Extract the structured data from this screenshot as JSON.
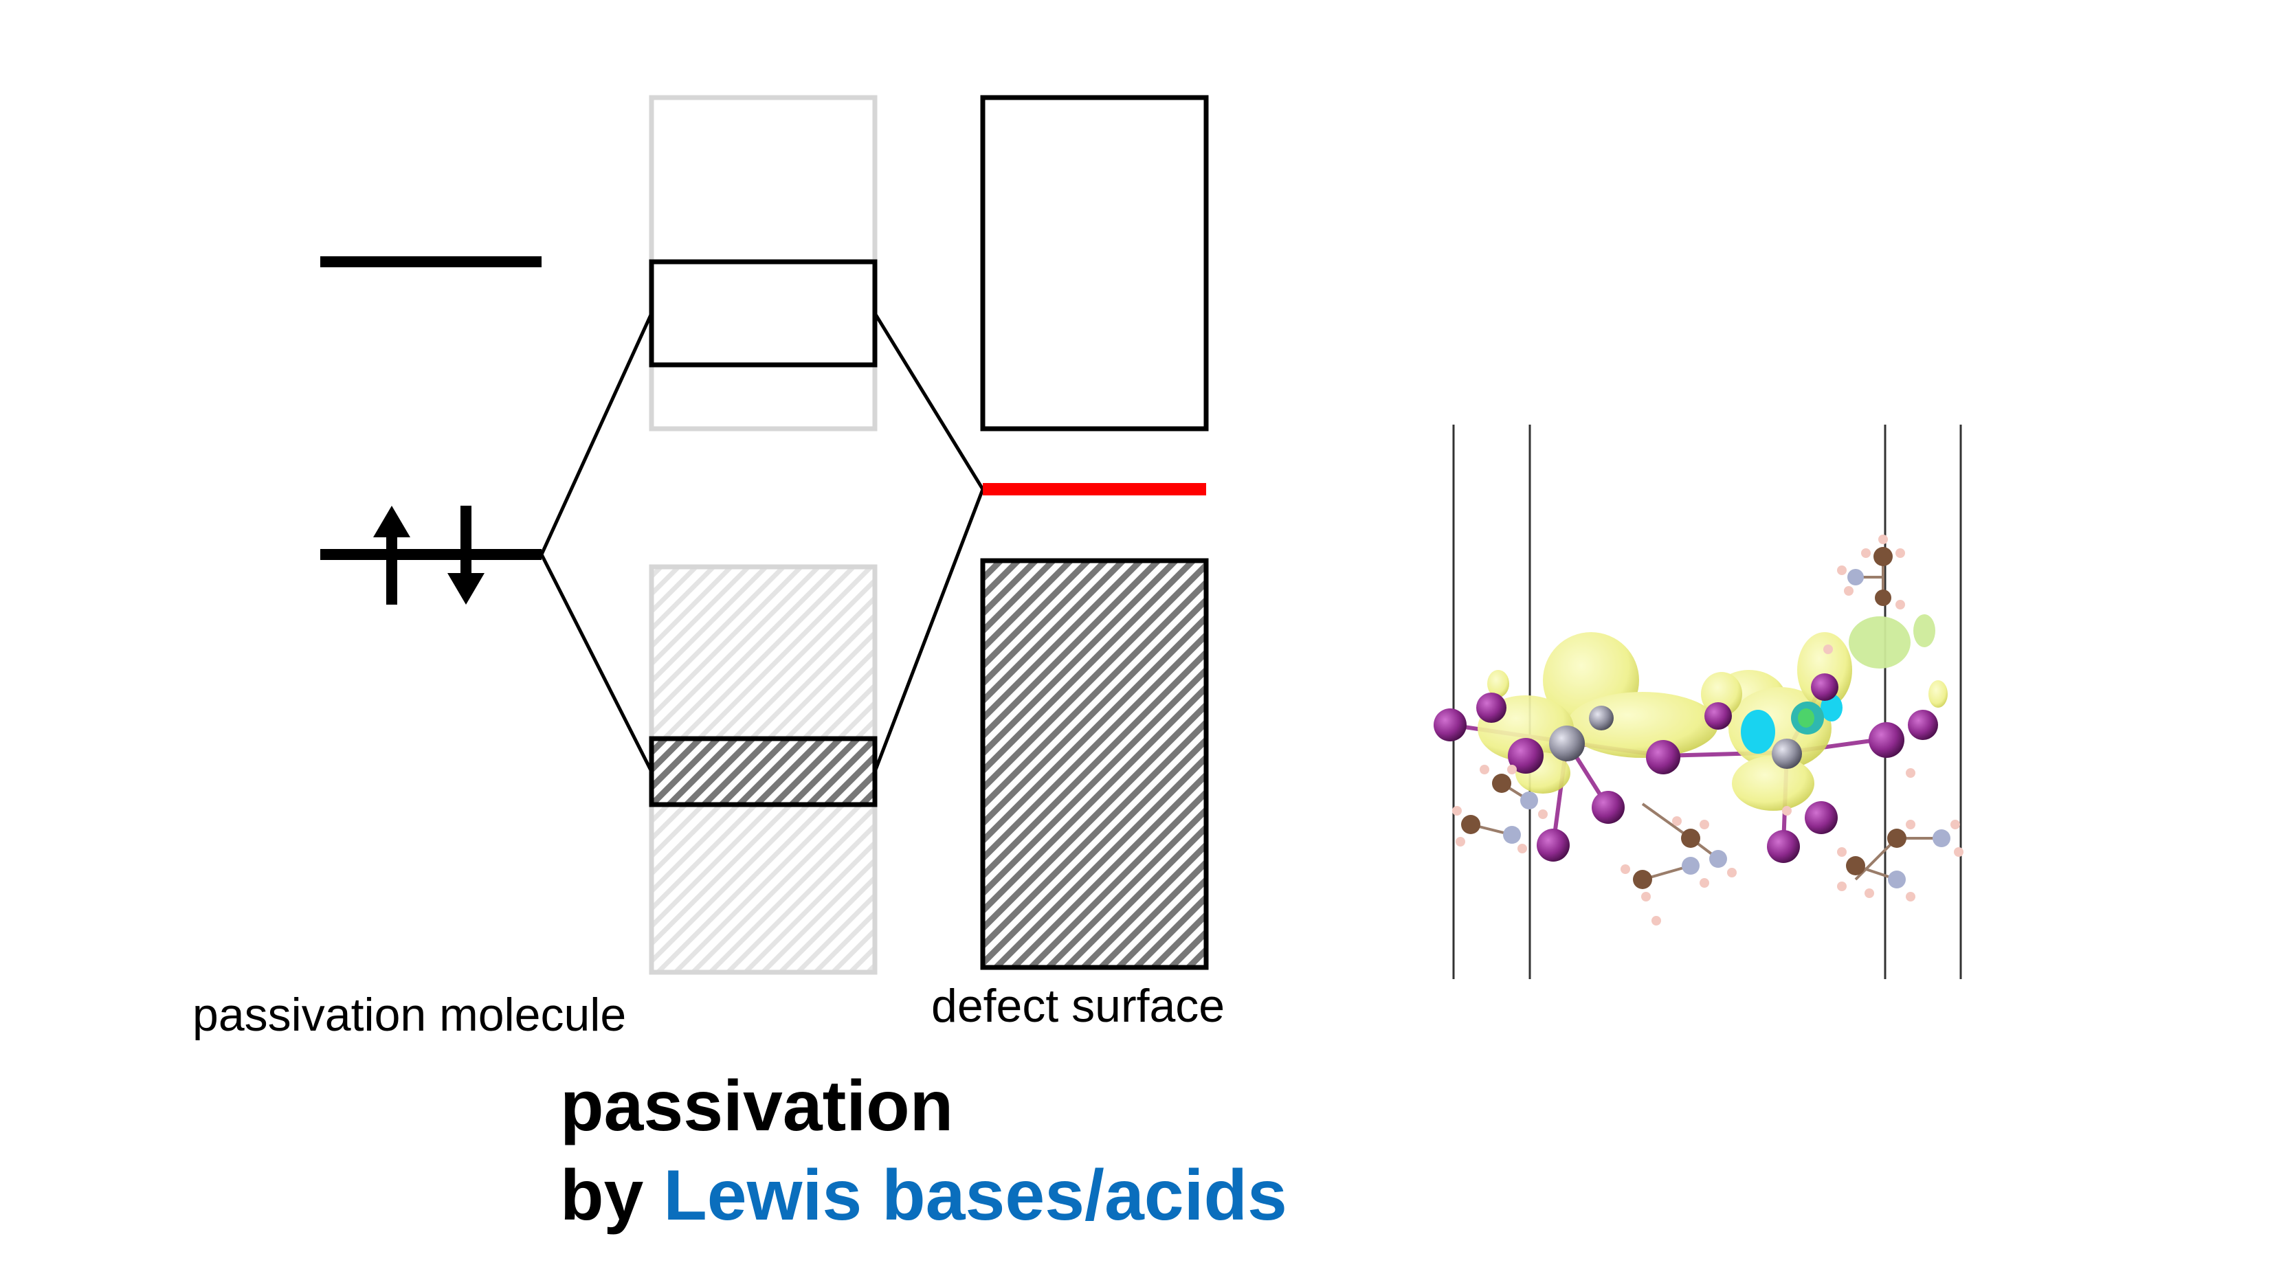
{
  "labels": {
    "left_caption": "passivation molecule",
    "right_caption": "defect surface"
  },
  "title": {
    "line1": "passivation",
    "line2_prefix": "by ",
    "line2_highlight": "Lewis bases/acids"
  },
  "colors": {
    "text": "#000000",
    "highlight": "#0a6ebd",
    "defect_level": "#ff0000",
    "faded_box": "#d6d6d6",
    "isosurface": "#eef08a",
    "iodine": "#8e2a8e",
    "lead": "#8e8e9e",
    "carbon": "#7a5238",
    "nitrogen": "#a8b0d0",
    "hydrogen": "#f3c8c0",
    "charge_cyan": "#19d3f0",
    "charge_green": "#4dd36a"
  },
  "icons": {
    "spin_up": "up-arrow-icon",
    "spin_down": "down-arrow-icon"
  }
}
